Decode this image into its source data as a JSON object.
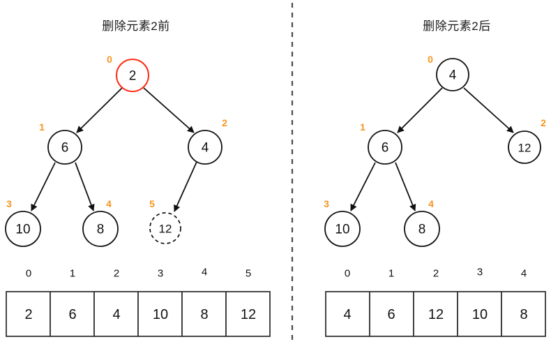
{
  "figure": {
    "divider_color": "#4a4a4a",
    "index_color": "#F7941E",
    "highlight_color": "#FF2D16"
  },
  "left_panel": {
    "title": "删除元素2前",
    "tree": {
      "nodes": [
        {
          "index": "0",
          "value": "2",
          "state": "highlight"
        },
        {
          "index": "1",
          "value": "6",
          "state": "normal"
        },
        {
          "index": "2",
          "value": "4",
          "state": "normal"
        },
        {
          "index": "3",
          "value": "10",
          "state": "normal"
        },
        {
          "index": "4",
          "value": "8",
          "state": "normal"
        },
        {
          "index": "5",
          "value": "12",
          "state": "ghost"
        }
      ]
    },
    "array": {
      "indices": [
        "0",
        "1",
        "2",
        "3",
        "4",
        "5"
      ],
      "values": [
        "2",
        "6",
        "4",
        "10",
        "8",
        "12"
      ]
    }
  },
  "right_panel": {
    "title": "删除元素2后",
    "tree": {
      "nodes": [
        {
          "index": "0",
          "value": "4",
          "state": "normal"
        },
        {
          "index": "1",
          "value": "6",
          "state": "normal"
        },
        {
          "index": "2",
          "value": "12",
          "state": "normal"
        },
        {
          "index": "3",
          "value": "10",
          "state": "normal"
        },
        {
          "index": "4",
          "value": "8",
          "state": "normal"
        }
      ]
    },
    "array": {
      "indices": [
        "0",
        "1",
        "2",
        "3",
        "4"
      ],
      "values": [
        "4",
        "6",
        "12",
        "10",
        "8"
      ]
    }
  }
}
